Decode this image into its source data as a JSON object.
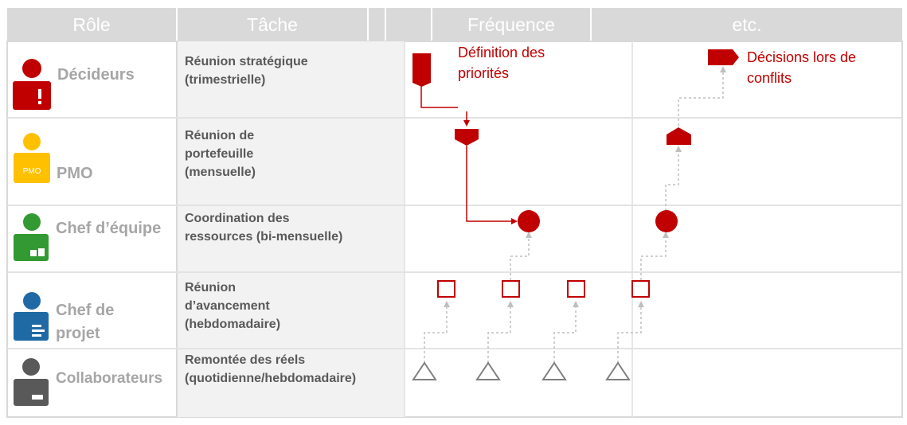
{
  "header": {
    "role": "Rôle",
    "task": "Tâche",
    "frequency": "Fréquence",
    "etc": "etc."
  },
  "rows": [
    {
      "role": "Décideurs",
      "task_line1": "Réunion stratégique",
      "task_line2": "(trimestrielle)",
      "task_line3": "",
      "icon_color": "#c00000",
      "icon_badge": "!"
    },
    {
      "role": "PMO",
      "task_line1": "Réunion de",
      "task_line2": "portefeuille",
      "task_line3": "(mensuelle)",
      "icon_color": "#ffc000",
      "icon_badge": "PMO"
    },
    {
      "role": "Chef d’équipe",
      "task_line1": "Coordination des",
      "task_line2": "ressources (bi-mensuelle)",
      "task_line3": "",
      "icon_color": "#339933",
      "icon_badge": ""
    },
    {
      "role_line1": "Chef de",
      "role_line2": "projet",
      "task_line1": "Réunion",
      "task_line2": "d’avancement",
      "task_line3": "(hebdomadaire)",
      "icon_color": "#1f6aa5",
      "icon_badge": ""
    },
    {
      "role": "Collaborateurs",
      "task_line1": "Remontée des réels",
      "task_line2": "(quotidienne/hebdomadaire)",
      "task_line3": "",
      "icon_color": "#595959",
      "icon_badge": ""
    }
  ],
  "annotations": {
    "priorities_line1": "Définition des",
    "priorities_line2": "priorités",
    "conflicts_line1": "Décisions lors de",
    "conflicts_line2": "conflits"
  },
  "colors": {
    "accent": "#c00000",
    "grid": "#d9d9d9",
    "task_bg": "#f2f2f2",
    "connector_gray": "#bfbfbf",
    "triangle": "#7f7f7f"
  }
}
